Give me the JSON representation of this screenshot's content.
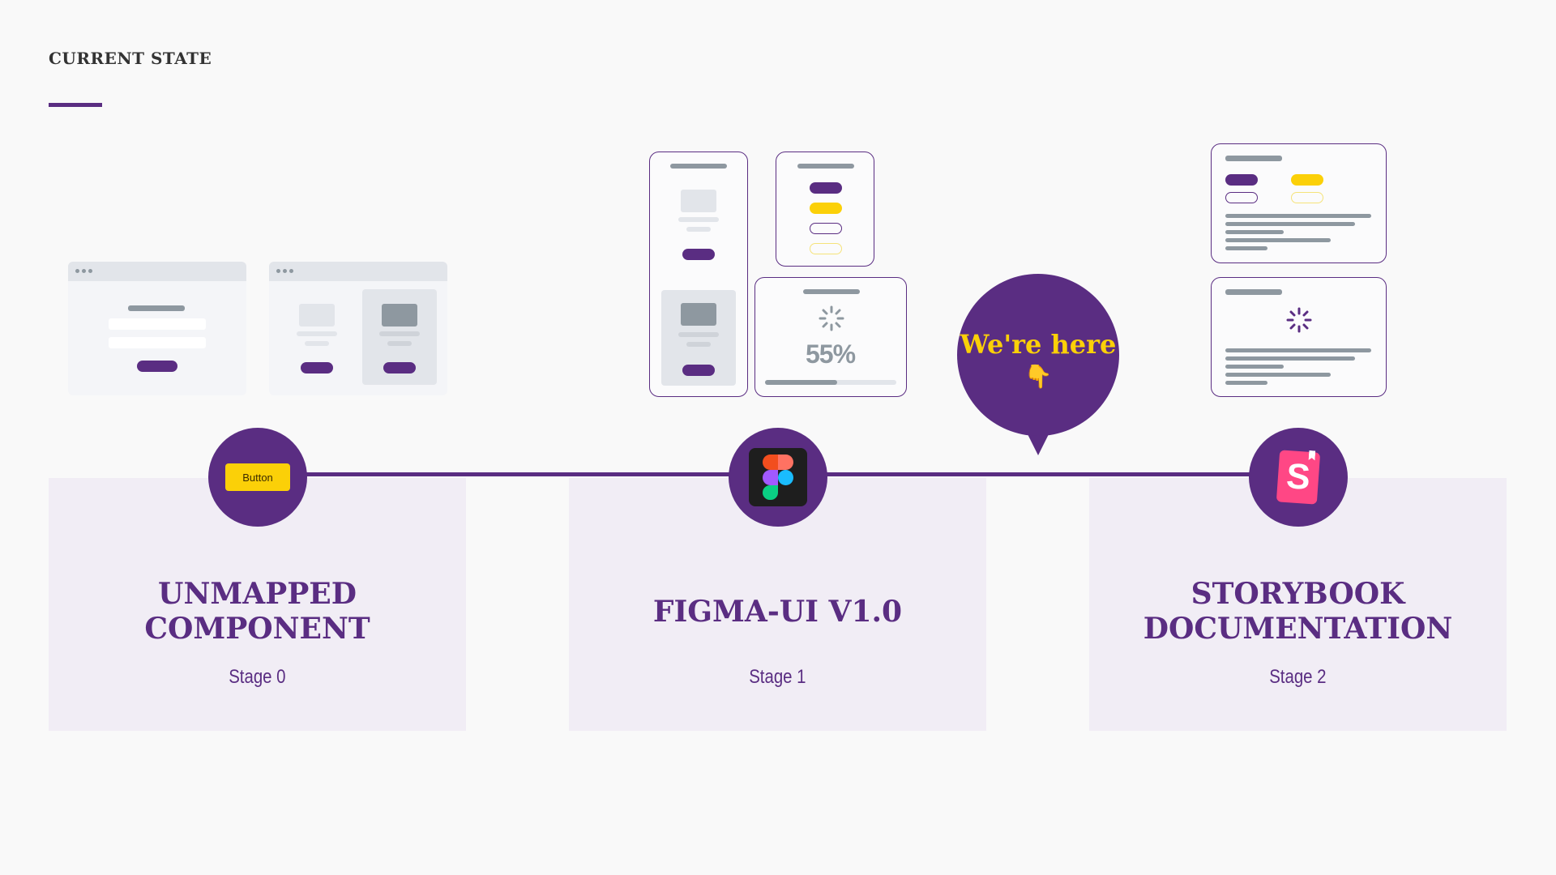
{
  "header": {
    "title": "CURRENT STATE"
  },
  "stages": [
    {
      "title": "UNMAPPED\nCOMPONENT",
      "label": "Stage 0",
      "icon": "button-icon",
      "icon_text": "Button"
    },
    {
      "title": "FIGMA-UI V1.0",
      "label": "Stage 1",
      "icon": "figma-icon"
    },
    {
      "title": "STORYBOOK\nDOCUMENTATION",
      "label": "Stage 2",
      "icon": "storybook-icon",
      "icon_text": "S"
    }
  ],
  "callout": {
    "text": "We're here",
    "emoji": "👇"
  },
  "mockups": {
    "progress_text": "55%",
    "progress": 0.55
  },
  "colors": {
    "brand": "#5a2d82",
    "accent": "#fbd008",
    "card_bg": "#f1edf5",
    "muted": "#8e98a0"
  }
}
